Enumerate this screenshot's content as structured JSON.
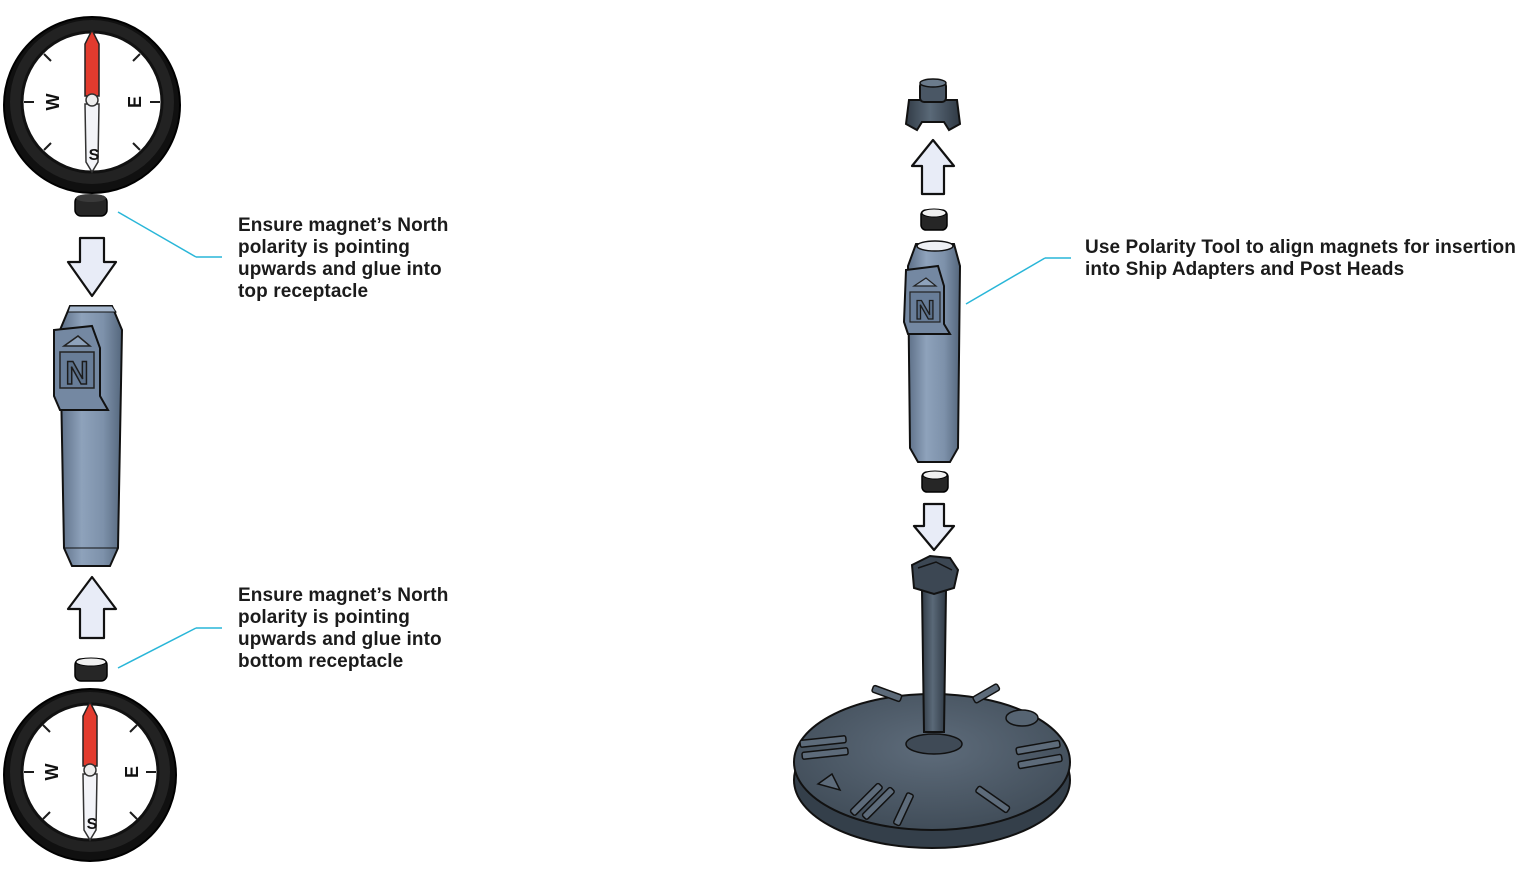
{
  "callouts": {
    "top": {
      "lines": [
        "Ensure magnet’s North",
        "polarity is pointing",
        "upwards and glue into",
        "top receptacle"
      ]
    },
    "bottom": {
      "lines": [
        "Ensure magnet’s North",
        "polarity is pointing",
        "upwards and glue into",
        "bottom receptacle"
      ]
    },
    "right": {
      "lines": [
        "Use Polarity Tool to align magnets for insertion",
        "into Ship Adapters and Post Heads"
      ]
    }
  },
  "compass": {
    "letters": {
      "west": "W",
      "east": "E",
      "south": "S"
    }
  },
  "tool": {
    "marking": "N"
  },
  "colors": {
    "leader_line": "#29b6d8",
    "part_blue": "#7f93ad",
    "part_dark": "#46525f",
    "magnet": "#262626",
    "arrow_fill": "#e8ecf7",
    "needle_red": "#e23b2e",
    "compass_face": "#e9ebf4"
  },
  "icons": [
    "compass-icon",
    "magnet-icon",
    "arrow-down-icon",
    "arrow-up-icon",
    "polarity-tool-icon",
    "ship-adapter-icon",
    "flight-stand-icon"
  ]
}
